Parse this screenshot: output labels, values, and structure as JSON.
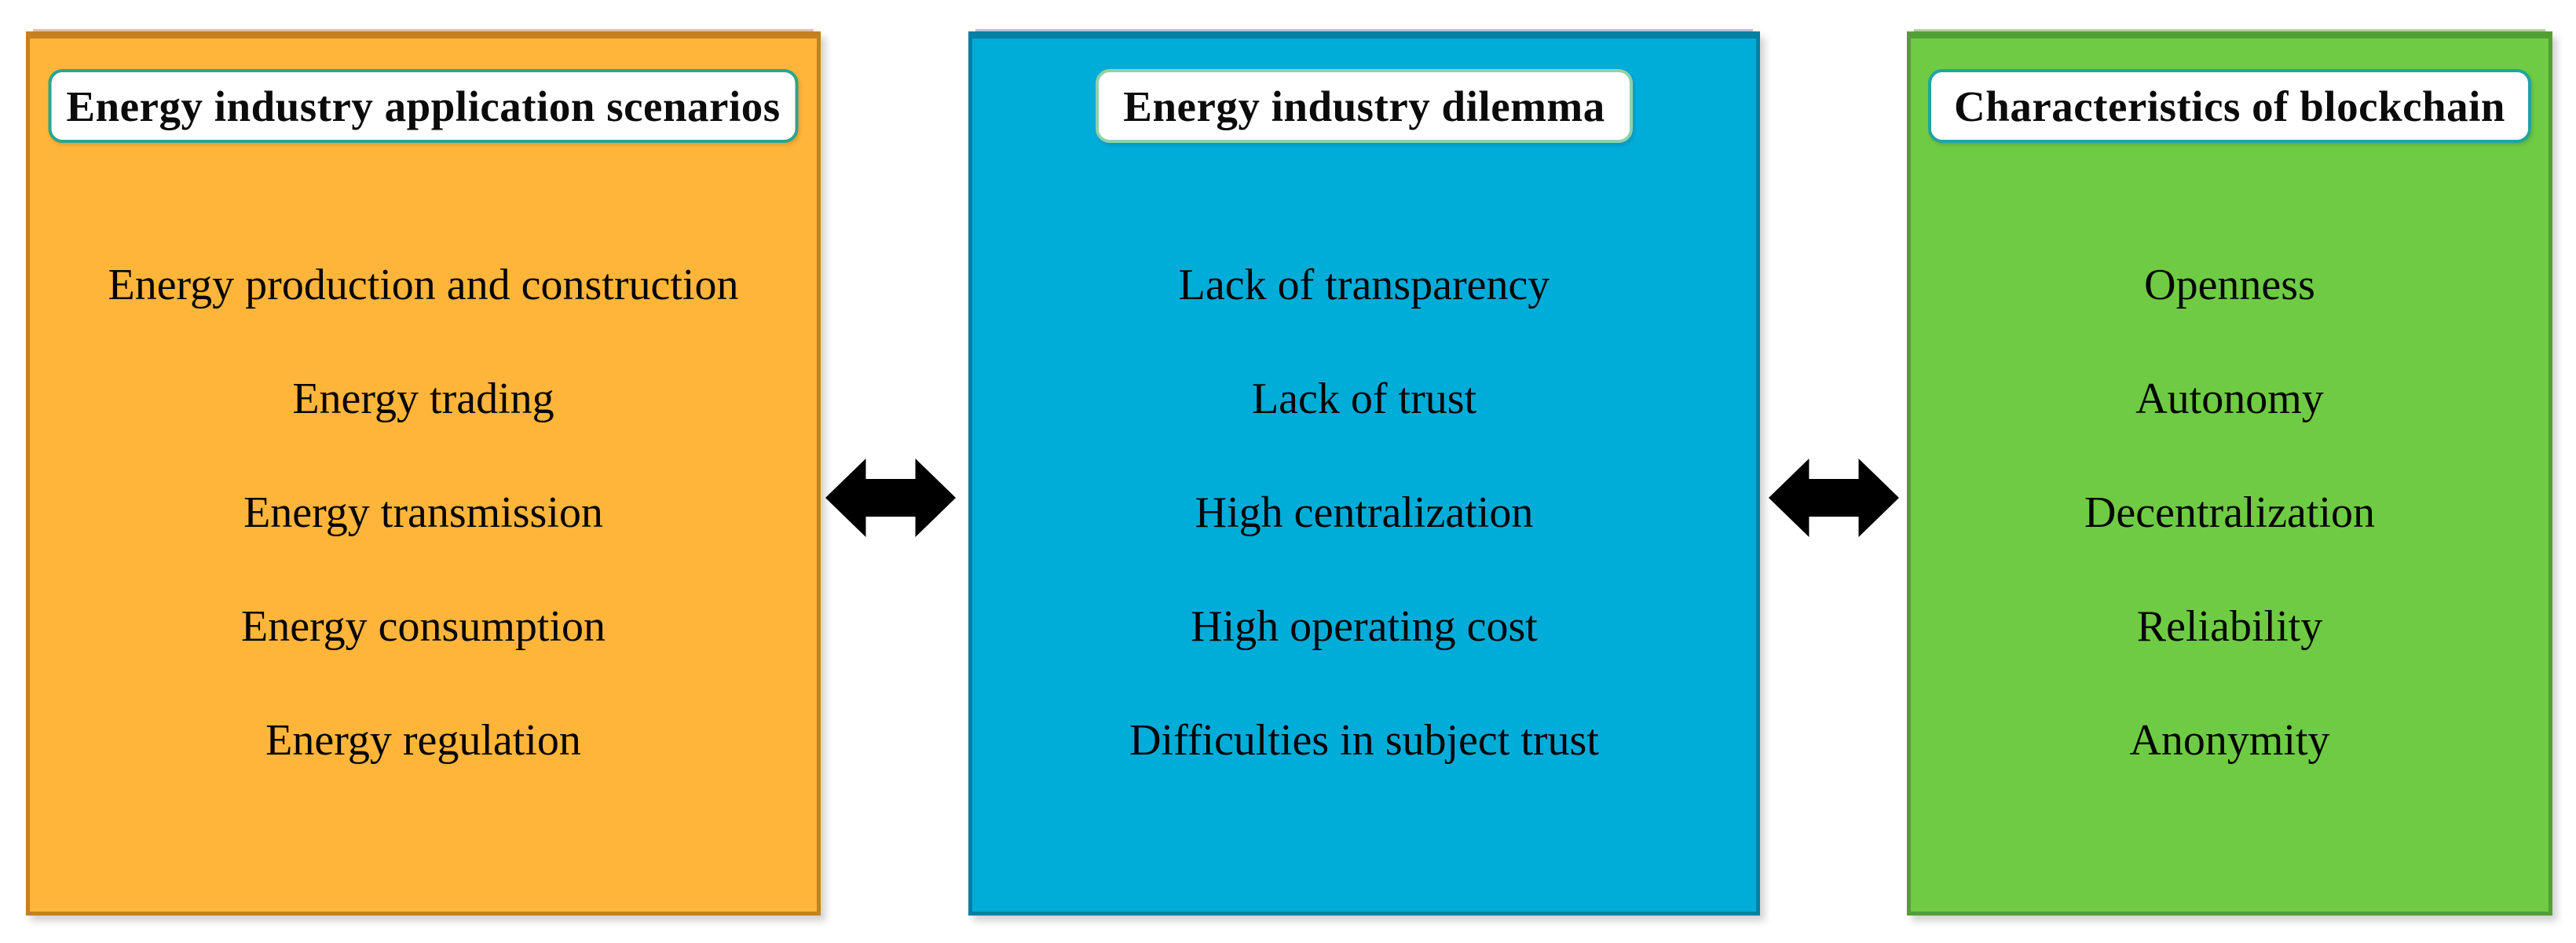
{
  "diagram": {
    "description_colors": {
      "arrow_color": "#000000",
      "header_chip_background": "#ffffff",
      "text_color": "#050505"
    }
  },
  "panels": [
    {
      "title": "Energy industry application scenarios",
      "items": [
        "Energy production and construction",
        "Energy trading",
        "Energy transmission",
        "Energy consumption",
        "Energy regulation"
      ],
      "fill": "#FFB53A",
      "border": "#C5811F",
      "header_border": "#2AA58C"
    },
    {
      "title": "Energy industry dilemma",
      "items": [
        "Lack of transparency",
        "Lack of trust",
        "High centralization",
        "High operating cost",
        "Difficulties in subject trust"
      ],
      "fill": "#00ACD8",
      "border": "#067FA4",
      "header_border": "#8FD2AC"
    },
    {
      "title": "Characteristics of blockchain",
      "items": [
        "Openness",
        "Autonomy",
        "Decentralization",
        "Reliability",
        "Anonymity"
      ],
      "fill": "#6FCB43",
      "border": "#529F35",
      "header_border": "#21A49E"
    }
  ],
  "arrows": [
    {
      "name": "double-arrow-between-scenarios-and-dilemma"
    },
    {
      "name": "double-arrow-between-dilemma-and-blockchain"
    }
  ]
}
